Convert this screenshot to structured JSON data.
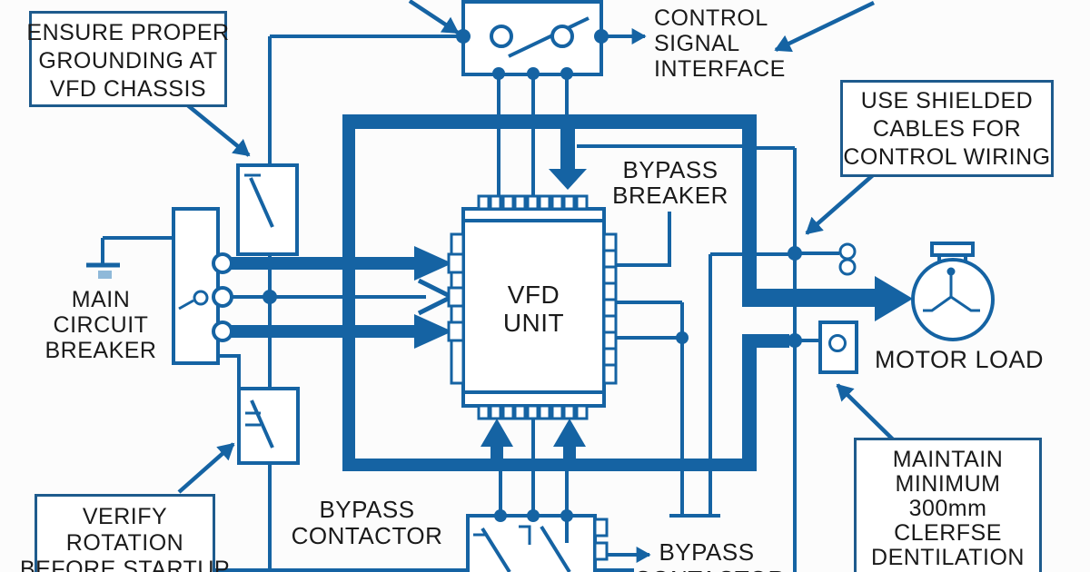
{
  "colors": {
    "line": "#1563a3",
    "text": "#1a1a1a",
    "border": "#1e5b8d",
    "pad": "#8fb9d9",
    "bg": "#fcfcfc"
  },
  "callouts": {
    "grounding": {
      "lines": [
        "ENSURE PROPER",
        "GROUNDING AT",
        "VFD CHASSIS"
      ]
    },
    "shielded": {
      "lines": [
        "USE SHIELDED",
        "CABLES FOR",
        "CONTROL WIRING"
      ]
    },
    "verify": {
      "lines": [
        "VERIFY",
        "ROTATION",
        "BEFORE STARTUP"
      ]
    },
    "maintain": {
      "lines": [
        "MAINTAIN",
        "MINIMUM",
        "300mm",
        "CLERFSE",
        "DENTILATION"
      ]
    }
  },
  "labels": {
    "control_interface": {
      "lines": [
        "CONTROL",
        "SIGNAL",
        "INTERFACE"
      ]
    },
    "bypass_breaker": {
      "lines": [
        "BYPASS",
        "BREAKER"
      ]
    },
    "main_breaker": {
      "lines": [
        "MAIN",
        "CIRCUIT",
        "BREAKER"
      ]
    },
    "vfd_unit": {
      "lines": [
        "VFD",
        "UNIT"
      ]
    },
    "bypass_contactor_left": {
      "lines": [
        "BYPASS",
        "CONTACTOR"
      ]
    },
    "bypass_contactor_bottom": {
      "lines": [
        "BYPASS",
        "CONTACTOR"
      ]
    },
    "motor_load": "MOTOR LOAD"
  }
}
